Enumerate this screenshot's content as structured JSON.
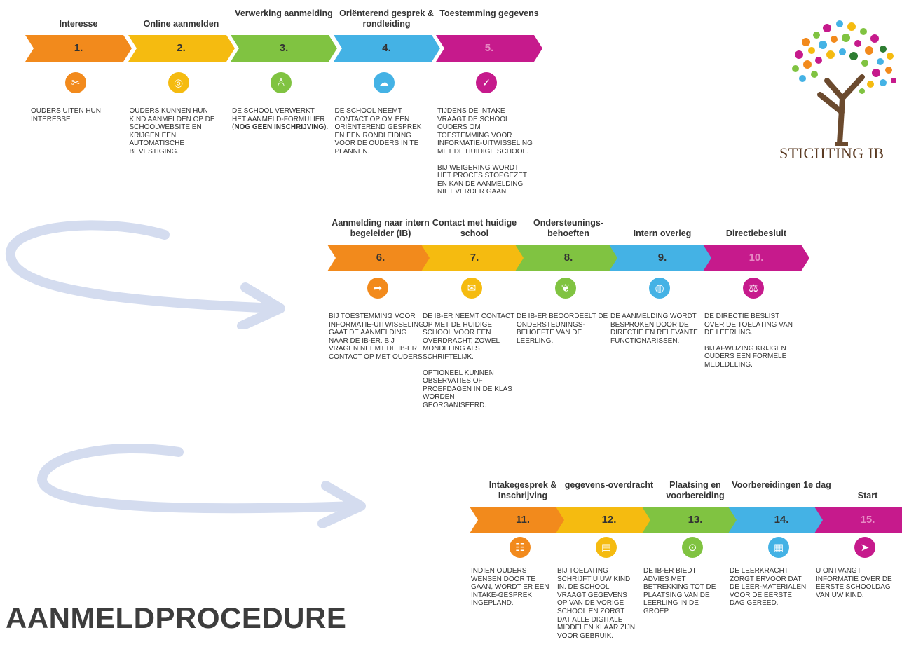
{
  "page_title": "AANMELDPROCEDURE",
  "logo": {
    "text": "STICHTING IB"
  },
  "colors": {
    "orange": "#f28a1c",
    "yellow": "#f5bb10",
    "green": "#80c341",
    "blue": "#44b2e5",
    "magenta": "#c61a8c",
    "arrow": "#d4dcef"
  },
  "steps": [
    {
      "num": "1.",
      "title": "Interesse",
      "icon": "tools-icon",
      "desc": [
        "OUDERS UITEN HUN INTERESSE"
      ]
    },
    {
      "num": "2.",
      "title": "Online aanmelden",
      "icon": "globe-icon",
      "desc": [
        "OUDERS KUNNEN HUN KIND AANMELDEN OP DE SCHOOLWEBSITE EN KRIJGEN EEN AUTOMATISCHE BEVESTIGING."
      ]
    },
    {
      "num": "3.",
      "title": "Verwerking aanmelding",
      "icon": "person-at-desk-icon",
      "desc_pre": "DE SCHOOL VERWERKT HET AANMELD-FORMULIER (",
      "desc_bold": "NOG GEEN INSCHRIJVING",
      "desc_post": ")."
    },
    {
      "num": "4.",
      "title": "Oriënterend gesprek & rondleiding",
      "icon": "chat-bubbles-icon",
      "desc": [
        "DE SCHOOL NEEMT CONTACT OP OM EEN ORIËNTEREND GESPREK EN EEN RONDLEIDING VOOR DE OUDERS IN TE PLANNEN."
      ]
    },
    {
      "num": "5.",
      "title": "Toestemming gegevens",
      "icon": "consent-icon",
      "desc": [
        "TIJDENS DE INTAKE VRAAGT DE SCHOOL OUDERS OM TOESTEMMING VOOR INFORMATIE-UITWISSELING MET DE HUIDIGE SCHOOL.",
        "BIJ WEIGERING WORDT HET PROCES STOPGEZET EN KAN DE AANMELDING NIET VERDER GAAN."
      ]
    },
    {
      "num": "6.",
      "title": "Aanmelding naar intern begeleider (IB)",
      "icon": "forward-arrow-icon",
      "desc": [
        "BIJ TOESTEMMING VOOR  INFORMATIE-UITWISSELING GAAT DE AANMELDING NAAR DE IB-ER. BIJ VRAGEN NEEMT DE IB-ER CONTACT OP MET OUDERS"
      ]
    },
    {
      "num": "7.",
      "title": "Contact met huidige school",
      "icon": "phone-mail-icon",
      "desc": [
        "DE IB-ER NEEMT CONTACT OP MET DE HUIDIGE SCHOOL VOOR EEN OVERDRACHT, ZOWEL MONDELING ALS SCHRIFTELIJK.",
        "OPTIONEEL KUNNEN OBSERVATIES OF PROEFDAGEN IN DE KLAS WORDEN GEORGANISEERD."
      ]
    },
    {
      "num": "8.",
      "title": "Ondersteunings-behoeften",
      "icon": "support-hands-icon",
      "desc": [
        "DE IB-ER BEOORDEELT DE ONDERSTEUNINGS-BEHOEFTE VAN DE LEERLING."
      ]
    },
    {
      "num": "9.",
      "title": "Intern overleg",
      "icon": "meeting-table-icon",
      "desc": [
        "DE AANMELDING WORDT BESPROKEN DOOR DE DIRECTIE EN RELEVANTE FUNCTIONARISSEN."
      ]
    },
    {
      "num": "10.",
      "title": "Directiebesluit",
      "icon": "decision-icon",
      "desc": [
        "DE DIRECTIE BESLIST OVER DE TOELATING VAN DE LEERLING.",
        "BIJ AFWIJZING KRIJGEN OUDERS EEN FORMELE MEDEDELING."
      ]
    },
    {
      "num": "11.",
      "title": "Intakegesprek & Inschrijving",
      "icon": "group-icon",
      "desc": [
        "INDIEN OUDERS WENSEN DOOR TE GAAN, WORDT ER EEN INTAKE-GESPREK INGEPLAND."
      ]
    },
    {
      "num": "12.",
      "title": "gegevens-overdracht",
      "icon": "document-transfer-icon",
      "desc": [
        "BIJ TOELATING SCHRIJFT U UW KIND IN. DE SCHOOL VRAAGT GEGEVENS OP VAN DE VORIGE SCHOOL EN ZORGT DAT ALLE DIGITALE MIDDELEN KLAAR ZIJN VOOR GEBRUIK."
      ]
    },
    {
      "num": "13.",
      "title": "Plaatsing en voorbereiding",
      "icon": "location-pin-icon",
      "desc": [
        "DE IB-ER BIEDT ADVIES MET BETREKKING TOT DE PLAATSING VAN DE LEERLING IN DE GROEP."
      ]
    },
    {
      "num": "14.",
      "title": "Voorbereidingen 1e dag",
      "icon": "calendar-icon",
      "desc": [
        "DE LEERKRACHT ZORGT ERVOOR DAT DE LEER-MATERIALEN VOOR DE EERSTE DAG GEREED."
      ]
    },
    {
      "num": "15.",
      "title": "Start",
      "icon": "start-icon",
      "desc": [
        "U ONTVANGT INFORMATIE OVER DE EERSTE SCHOOLDAG VAN UW KIND."
      ]
    }
  ]
}
